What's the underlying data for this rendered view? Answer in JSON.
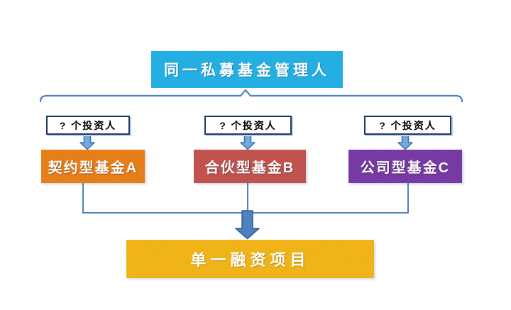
{
  "diagram": {
    "title_box": {
      "label": "同一私募基金管理人",
      "color": "#18ACE3"
    },
    "investor_labels": [
      {
        "label": "? 个投资人"
      },
      {
        "label": "? 个投资人"
      },
      {
        "label": "? 个投资人"
      }
    ],
    "funds": [
      {
        "label": "契约型基金A",
        "color": "#E8780C"
      },
      {
        "label": "合伙型基金B",
        "color": "#C04A45"
      },
      {
        "label": "公司型基金C",
        "color": "#7030A0"
      }
    ],
    "bottom_box": {
      "label": "单一融资项目",
      "color": "#F2B10B"
    },
    "label_border_color": "#1F3864",
    "connector_color": "#4E81BD",
    "small_arrow_fill": "#74A9DC",
    "small_arrow_stroke": "#3D6FAD",
    "big_arrow_fill": "#4F81BD",
    "big_arrow_stroke": "#2E5B9B"
  }
}
